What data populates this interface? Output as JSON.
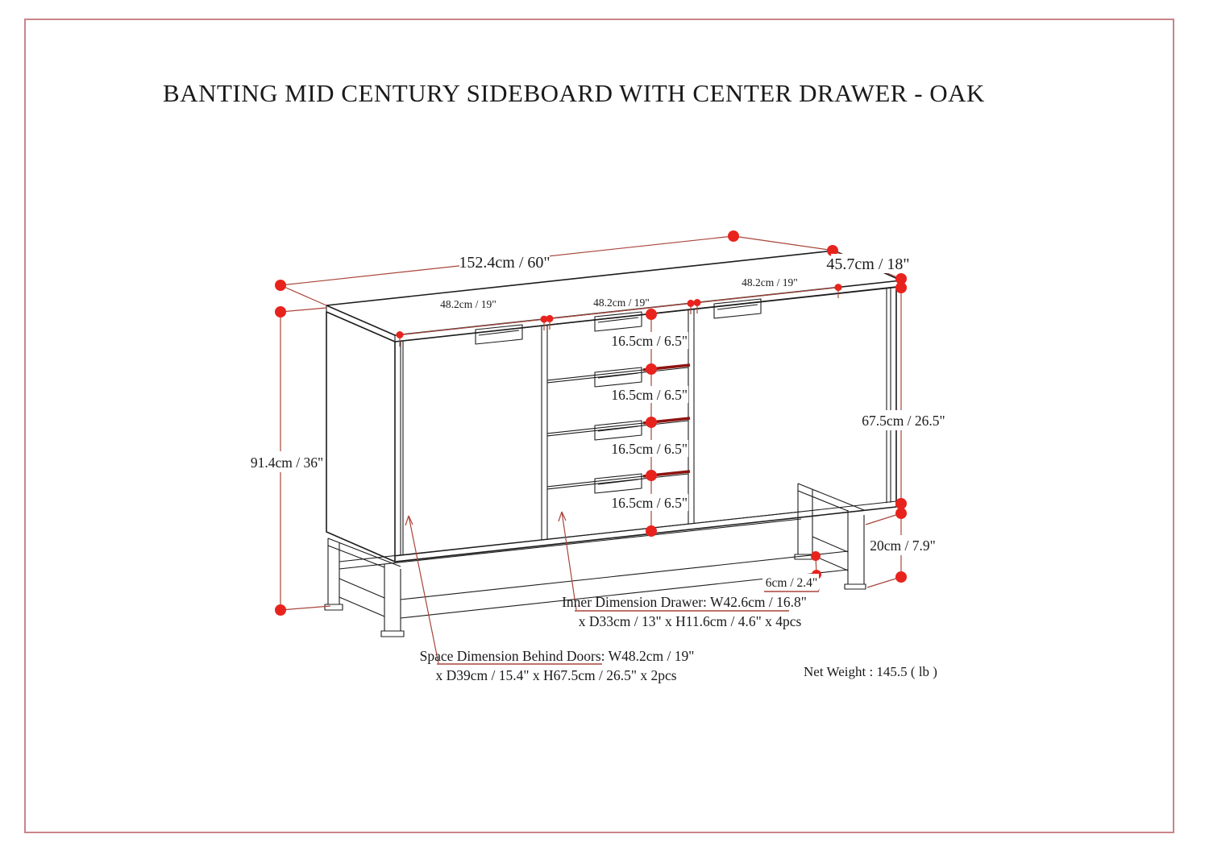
{
  "title": "BANTING MID CENTURY SIDEBOARD WITH CENTER DRAWER - OAK",
  "diagram": {
    "dimensions": {
      "overall_width": "152.4cm / 60\"",
      "overall_depth": "45.7cm / 18\"",
      "section_widths": [
        "48.2cm / 19\"",
        "48.2cm / 19\"",
        "48.2cm / 19\""
      ],
      "drawer_heights": [
        "16.5cm / 6.5\"",
        "16.5cm / 6.5\"",
        "16.5cm / 6.5\"",
        "16.5cm / 6.5\""
      ],
      "overall_height": "91.4cm / 36\"",
      "cabinet_height": "67.5cm / 26.5\"",
      "base_height": "20cm / 7.9\"",
      "frame_tube": "6cm / 2.4\""
    },
    "notes": {
      "inner_drawer_line1": "Inner Dimension Drawer: W42.6cm / 16.8\"",
      "inner_drawer_line2": "x D33cm / 13\" x H11.6cm / 4.6\" x 4pcs",
      "space_doors_line1": "Space Dimension Behind Doors: W48.2cm / 19\"",
      "space_doors_line2": "x D39cm / 15.4\" x H67.5cm / 26.5\" x 2pcs",
      "net_weight": "Net Weight : 145.5 ( lb )"
    },
    "colors": {
      "page_border": "#c9858b",
      "dimension_line": "#a8453a",
      "marker_dot": "#e8231d",
      "drawer_tick": "#8e1310",
      "drawing_line": "#1c1c1c"
    }
  }
}
